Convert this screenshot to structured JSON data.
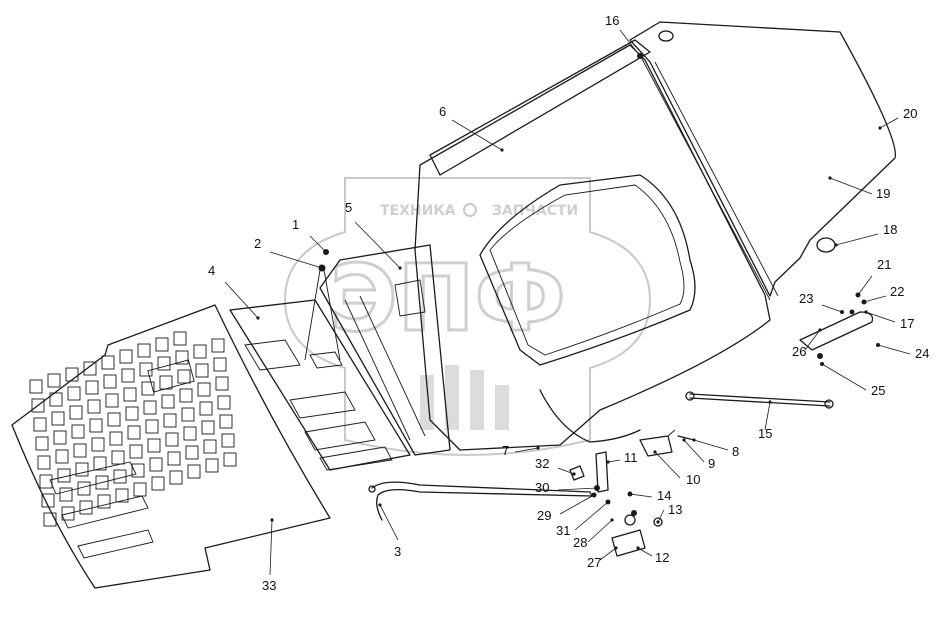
{
  "watermark": {
    "text_left": "ТЕХНИКА",
    "text_right": "ЗАПЧАСТИ",
    "logo_letters": "ЭПФ"
  },
  "callouts": [
    {
      "id": "1",
      "label": "1"
    },
    {
      "id": "2",
      "label": "2"
    },
    {
      "id": "3",
      "label": "3"
    },
    {
      "id": "4",
      "label": "4"
    },
    {
      "id": "5",
      "label": "5"
    },
    {
      "id": "6",
      "label": "6"
    },
    {
      "id": "7",
      "label": "7"
    },
    {
      "id": "8",
      "label": "8"
    },
    {
      "id": "9",
      "label": "9"
    },
    {
      "id": "10",
      "label": "10"
    },
    {
      "id": "11",
      "label": "11"
    },
    {
      "id": "12",
      "label": "12"
    },
    {
      "id": "13",
      "label": "13"
    },
    {
      "id": "14",
      "label": "14"
    },
    {
      "id": "15",
      "label": "15"
    },
    {
      "id": "16",
      "label": "16"
    },
    {
      "id": "17",
      "label": "17"
    },
    {
      "id": "18",
      "label": "18"
    },
    {
      "id": "19",
      "label": "19"
    },
    {
      "id": "20",
      "label": "20"
    },
    {
      "id": "21",
      "label": "21"
    },
    {
      "id": "22",
      "label": "22"
    },
    {
      "id": "23",
      "label": "23"
    },
    {
      "id": "24",
      "label": "24"
    },
    {
      "id": "25",
      "label": "25"
    },
    {
      "id": "26",
      "label": "26"
    },
    {
      "id": "27",
      "label": "27"
    },
    {
      "id": "28",
      "label": "28"
    },
    {
      "id": "29",
      "label": "29"
    },
    {
      "id": "30",
      "label": "30"
    },
    {
      "id": "31",
      "label": "31"
    },
    {
      "id": "32",
      "label": "32"
    },
    {
      "id": "33",
      "label": "33"
    }
  ]
}
